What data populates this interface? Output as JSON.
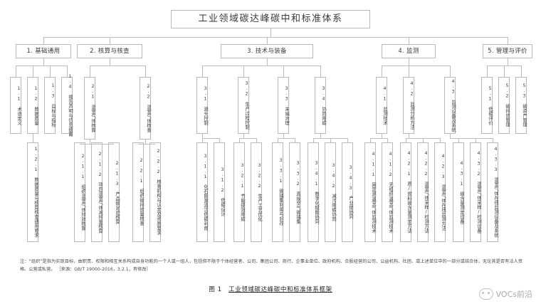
{
  "figure": {
    "title": "工业领域碳达峰碳中和标准体系",
    "caption_label": "图 1",
    "caption_text": "工业领域碳达峰碳中和标准体系框架",
    "note": "注：“组织”是指为实现目标，由职责、权限和相互关系构成自身功能的一个人或一组人，包括但不限于个体经营者、公司、集团公司、商行、企事业单位、政府机构、合股经营的公司、公益机构、社团、或上述单位中的一部分或结合体，无论其是否有法人资格、公营或私营。 ［来源：GB/T 19000-2016，3.2.1，有修改］",
    "watermark": "VOCs前沿",
    "colors": {
      "border": "#b9b9b9",
      "line": "#bdbdbd",
      "text": "#3a3a3a"
    }
  },
  "level1": [
    {
      "id": "g1",
      "label": "1. 基础通用"
    },
    {
      "id": "g2",
      "label": "2. 核算与核查"
    },
    {
      "id": "g3",
      "label": "3. 技术与装备"
    },
    {
      "id": "g4",
      "label": "4. 监测"
    },
    {
      "id": "g5",
      "label": "5. 管理与评价"
    }
  ],
  "level2": [
    {
      "id": "n11",
      "label": "1.1 术语定义"
    },
    {
      "id": "n12",
      "label": "1.2 数据质量"
    },
    {
      "id": "n13",
      "label": "1.3 目标与指标"
    },
    {
      "id": "n14",
      "label": "1.4 报告声明与信息披露"
    },
    {
      "id": "n21",
      "label": "2.1 温室气体核算"
    },
    {
      "id": "n22",
      "label": "2.2 温室气体核查"
    },
    {
      "id": "n31",
      "label": "3.1 源头控制"
    },
    {
      "id": "n32",
      "label": "3.2 生产过程控制"
    },
    {
      "id": "n33",
      "label": "3.3 末端治理"
    },
    {
      "id": "n34",
      "label": "3.4 协同降碳"
    },
    {
      "id": "n41",
      "label": "4.1 监测技术"
    },
    {
      "id": "n42",
      "label": "4.2 监测分析方法"
    },
    {
      "id": "n43",
      "label": "4.3 监测设备及系统"
    },
    {
      "id": "n51",
      "label": "5.1 低碳评价"
    },
    {
      "id": "n52",
      "label": "5.2 碳排放管理"
    },
    {
      "id": "n53",
      "label": "5.3 碳资产管理"
    }
  ],
  "level3": [
    {
      "id": "n121",
      "label": "1.2.1 数据质量与核算核查通用要求"
    },
    {
      "id": "n211",
      "label": "2.1.1 组织温室气体排放核算"
    },
    {
      "id": "n212",
      "label": "2.1.2 项目温室气体减排量核算"
    },
    {
      "id": "n213",
      "label": "2.1.3 产品碳足迹核算"
    },
    {
      "id": "n221",
      "label": "2.2.1 组织碳排放量核查"
    },
    {
      "id": "n222",
      "label": "2.2.2 核查机构与认定及资质要求"
    },
    {
      "id": "n311",
      "label": "3.1.1 化石能源清洁低碳利用"
    },
    {
      "id": "n312",
      "label": "3.1.2 低碳设计"
    },
    {
      "id": "n321",
      "label": "3.2.1 节能提效降碳"
    },
    {
      "id": "n322",
      "label": "3.2.2 生产工艺优化"
    },
    {
      "id": "n331",
      "label": "3.3.1 碳捕集利用与封存"
    },
    {
      "id": "n332",
      "label": "3.3.2 直接空气碳捕集"
    },
    {
      "id": "n341",
      "label": "3.4.1 数字化赋能协同"
    },
    {
      "id": "n342",
      "label": "3.4.2 减污降碳协同"
    },
    {
      "id": "n343",
      "label": "3.4.3 产业链协同"
    },
    {
      "id": "n411",
      "label": "4.1.1 固定源温室气体监测技术"
    },
    {
      "id": "n412",
      "label": "4.1.2 无组织温室气体监测技术"
    },
    {
      "id": "n421",
      "label": "4.2.1 原/燃料碳含量测定方法"
    },
    {
      "id": "n422",
      "label": "4.2.2 温室气体采样/检测方法"
    },
    {
      "id": "n423",
      "label": "4.2.3 温室气体在线监测方法"
    },
    {
      "id": "n431",
      "label": "4.3.1 碳含量测定设备"
    },
    {
      "id": "n432",
      "label": "4.3.2 温室气体采样/检测设备"
    },
    {
      "id": "n433",
      "label": "4.3.3 温室气体在线监测设备及系统"
    }
  ]
}
